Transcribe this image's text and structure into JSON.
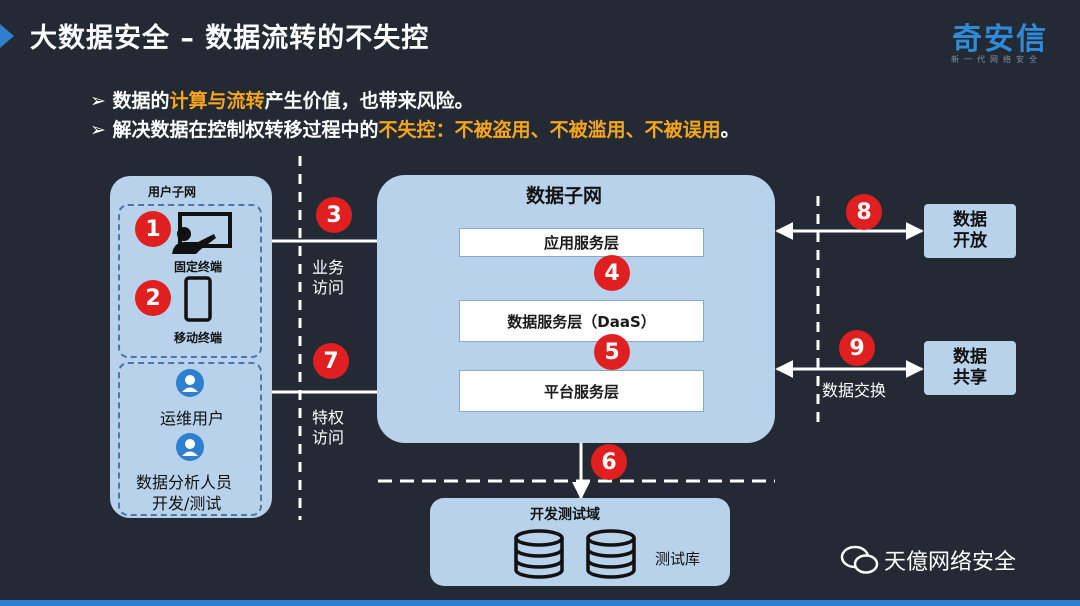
{
  "header": {
    "title": "大数据安全 – 数据流转的不失控",
    "logo": "奇安信",
    "logo_sub": "新一代网络安全"
  },
  "bullets": {
    "b1_prefix": "➢  数据的",
    "b1_hl": "计算与流转",
    "b1_suffix": "产生价值，也带来风险。",
    "b2_prefix": "➢  解决数据在控制权转移过程中的",
    "b2_hl1": "不失控",
    "b2_mid": "：",
    "b2_hl2": "不被盗用、不被滥用、不被误用",
    "b2_suffix": "。"
  },
  "user_net": {
    "title": "用户子网",
    "fixed_terminal": "固定终端",
    "mobile_terminal": "移动终端",
    "ops_user": "运维用户",
    "analyst_line1": "数据分析人员",
    "analyst_line2": "开发/测试"
  },
  "data_net": {
    "title": "数据子网",
    "app_layer": "应用服务层",
    "daas_layer": "数据服务层（DaaS）",
    "platform_layer": "平台服务层"
  },
  "dev_domain": {
    "title": "开发测试域",
    "test_db": "测试库"
  },
  "external": {
    "open_line1": "数据",
    "open_line2": "开放",
    "share_line1": "数据",
    "share_line2": "共享"
  },
  "flows": {
    "business_l1": "业务",
    "business_l2": "访问",
    "priv_l1": "特权",
    "priv_l2": "访问",
    "exchange": "数据交换"
  },
  "markers": [
    "1",
    "2",
    "3",
    "4",
    "5",
    "6",
    "7",
    "8",
    "9"
  ],
  "watermark": "天億网络安全",
  "colors": {
    "background": "#232a33",
    "panel": "#b7d2ea",
    "accent": "#2e7fd0",
    "highlight": "#f6a51c",
    "marker": "#e02020"
  }
}
